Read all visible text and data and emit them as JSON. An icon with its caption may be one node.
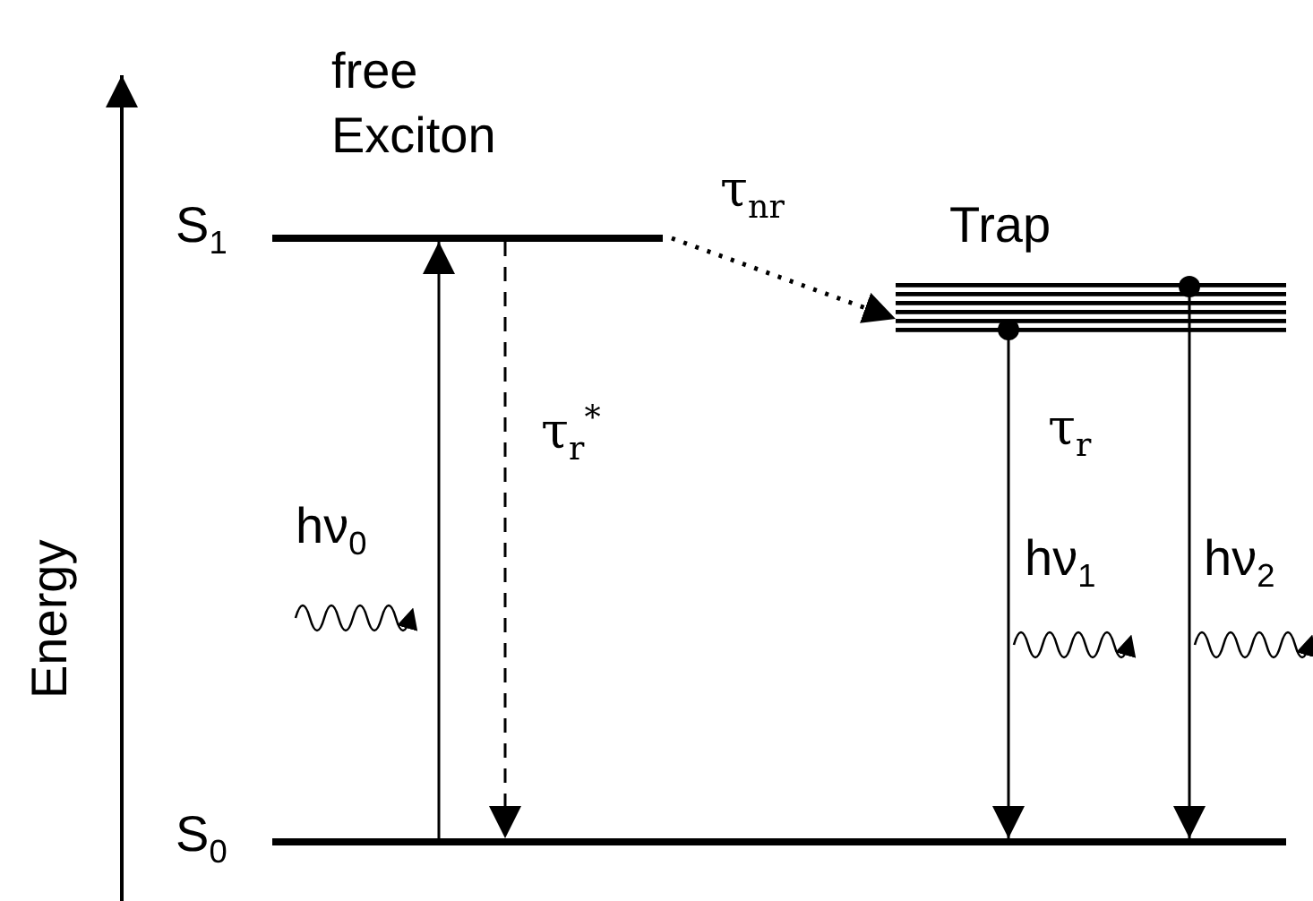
{
  "diagram": {
    "nodes": [
      {
        "text": [
          "free Exciton"
        ],
        "beside": [
          "S$_{1}$"
        ]
      },
      {
        "text": [
          "Trap"
        ]
      },
      {
        "text": [],
        "shape": "bar",
        "beside": [
          "S$_{0}$"
        ]
      }
    ],
    "edges": [
      {
        "from": 2,
        "to": 0,
        "arrow": "to",
        "label": "hν$_{0}$"
      },
      {
        "from": 0,
        "to": 2,
        "arrow": "to",
        "style": "dashed",
        "label": "τ$_{r}$$^{*}$"
      },
      {
        "from": 0,
        "to": 1,
        "arrow": "to",
        "style": "dashed",
        "label": "τ$_{nr}$"
      },
      {
        "from": 1,
        "to": 2,
        "arrow": "to",
        "label": "hν$_{1}$"
      },
      {
        "from": 1,
        "to": 2,
        "arrow": "to",
        "label": "hν$_{2}$"
      }
    ],
    "labels": [
      "Energy",
      "τ$_{r}$"
    ]
  }
}
